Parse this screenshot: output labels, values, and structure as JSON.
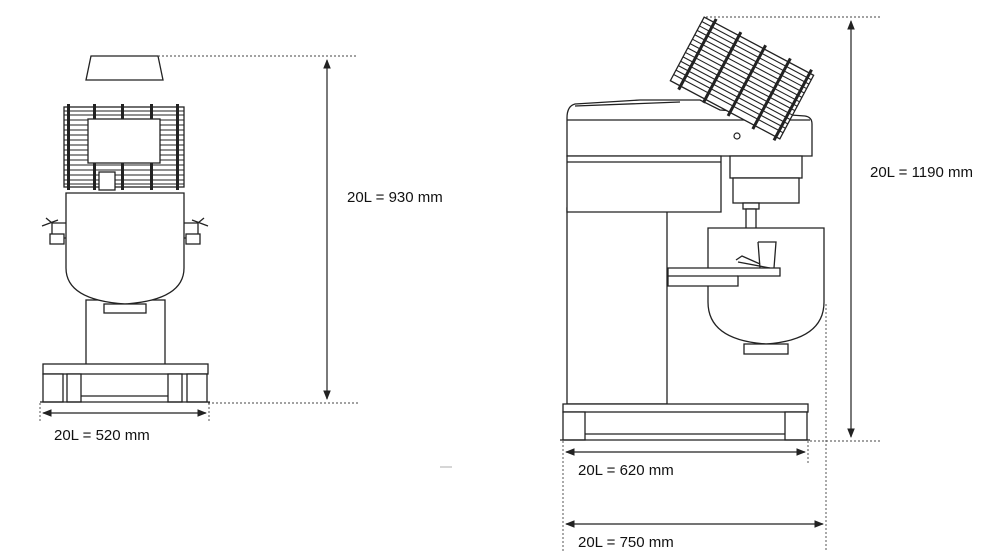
{
  "dimensions": {
    "front_height": "20L = 930 mm",
    "front_width": "20L = 520 mm",
    "side_height": "20L = 1190 mm",
    "side_depth_base": "20L = 620 mm",
    "side_depth_total": "20L = 750 mm"
  }
}
